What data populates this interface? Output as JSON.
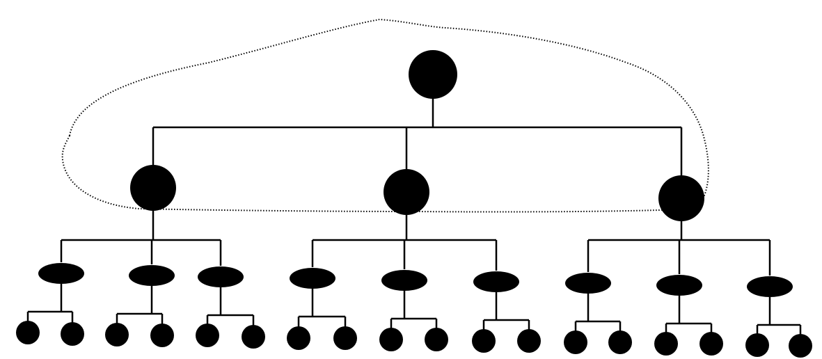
{
  "diagram": {
    "type": "tree",
    "levels": 4,
    "branching": [
      3,
      3,
      2
    ],
    "grouped_levels": [
      "root",
      "level-1"
    ],
    "colors": {
      "node": "#000000",
      "edge": "#000000",
      "group_outline": "#000000",
      "background": "#ffffff"
    }
  }
}
